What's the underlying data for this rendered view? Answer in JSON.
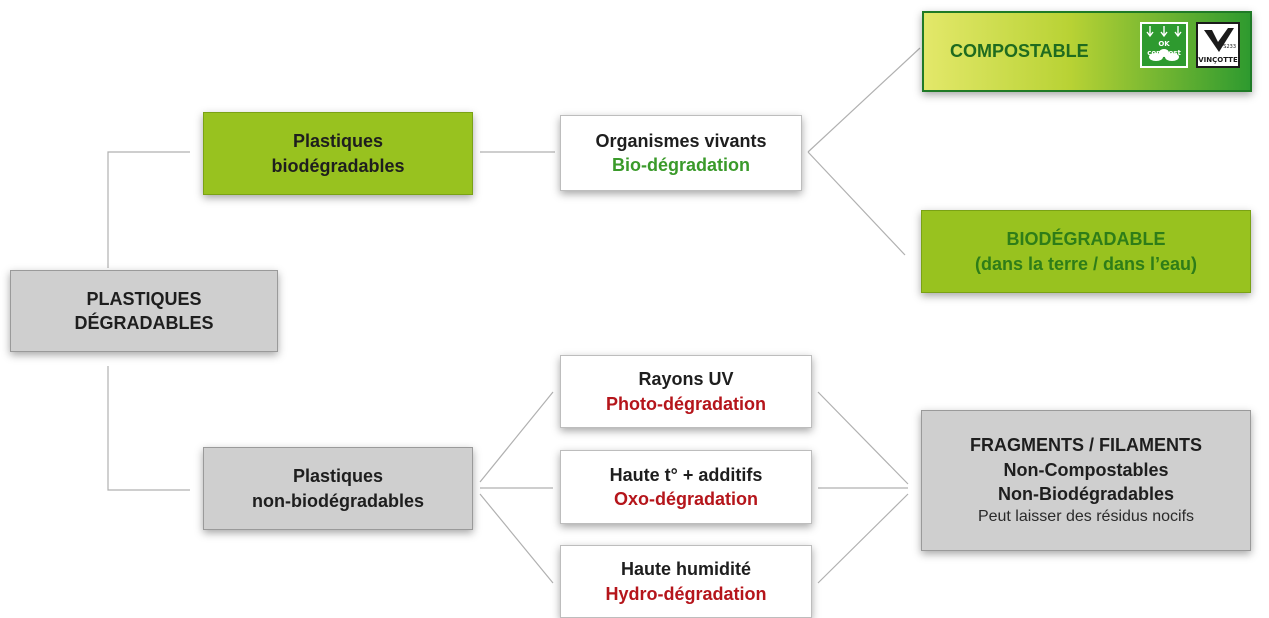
{
  "root": {
    "line1": "PLASTIQUES",
    "line2": "DÉGRADABLES"
  },
  "bio": {
    "line1": "Plastiques",
    "line2": "biodégradables"
  },
  "nonbio": {
    "line1": "Plastiques",
    "line2": "non-biodégradables"
  },
  "organismes": {
    "agent": "Organismes vivants",
    "process": "Bio-dégradation"
  },
  "uv": {
    "agent": "Rayons UV",
    "process": "Photo-dégradation"
  },
  "oxo": {
    "agent": "Haute t° + additifs",
    "process": "Oxo-dégradation"
  },
  "hydro": {
    "agent": "Haute humidité",
    "process": "Hydro-dégradation"
  },
  "compostable": {
    "label": "COMPOSTABLE",
    "ok_logo_text": "OK compost",
    "vincotte_logo_text": "VINÇOTTE",
    "vincotte_code": "S233"
  },
  "biodegradable": {
    "line1": "BIODÉGRADABLE",
    "line2": "(dans la terre / dans l’eau)"
  },
  "fragments": {
    "line1": "FRAGMENTS / FILAMENTS",
    "line2": "Non-Compostables",
    "line3": "Non-Biodégradables",
    "note": "Peut laisser des résidus nocifs"
  },
  "colors": {
    "gray_box": "#cfcfcf",
    "green_box": "#98c21f",
    "green_text": "#3a9a2a",
    "red_text": "#b5151b",
    "connector": "#b0b0b0"
  }
}
